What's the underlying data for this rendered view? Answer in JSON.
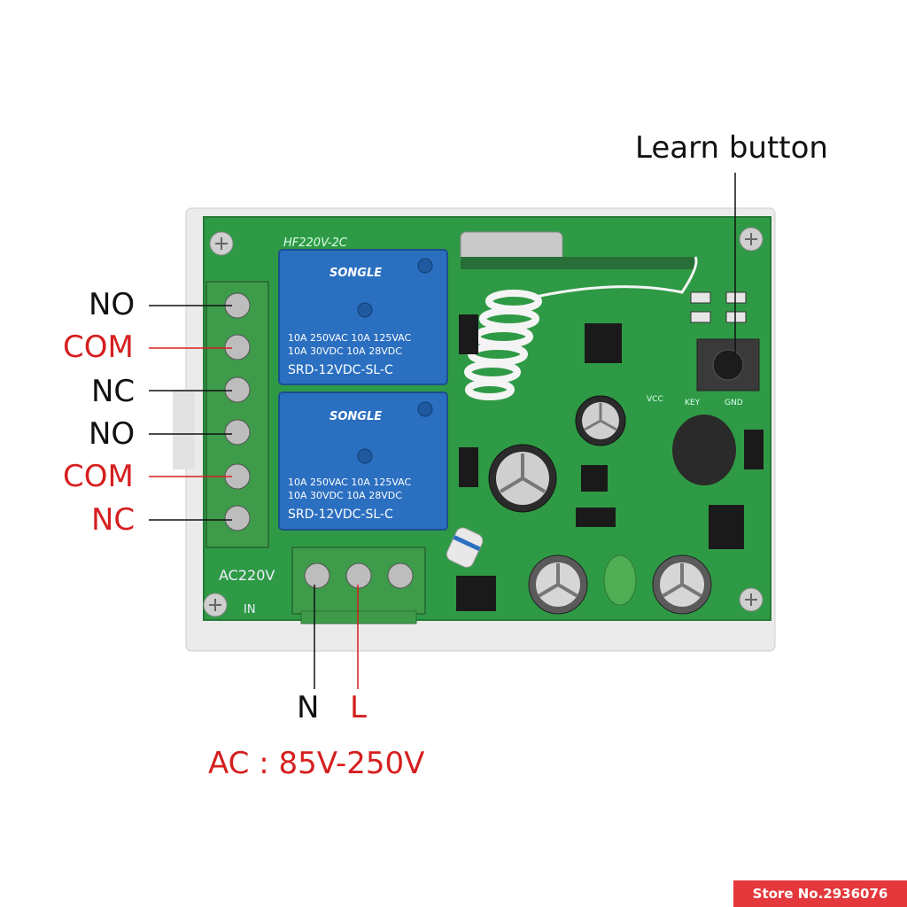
{
  "callouts": {
    "learn_button": "Learn button",
    "terminals": [
      "NO",
      "COM",
      "NC",
      "NO",
      "COM",
      "NC"
    ],
    "power_n": "N",
    "power_l": "L",
    "ac_range": "AC : 85V-250V"
  },
  "board": {
    "model": "HF220V-2C",
    "input_label": "AC220V",
    "in_label": "IN",
    "key_label": "KEY",
    "gnd_label": "GND",
    "vcc_label": "VCC",
    "relays": [
      {
        "brand": "SONGLE",
        "line1": "10A 250VAC  10A 125VAC",
        "line2": "10A  30VDC  10A  28VDC",
        "model": "SRD-12VDC-SL-C"
      },
      {
        "brand": "SONGLE",
        "line1": "10A 250VAC  10A 125VAC",
        "line2": "10A  30VDC  10A  28VDC",
        "model": "SRD-12VDC-SL-C"
      }
    ]
  },
  "watermark": "Store No.2936076",
  "colors": {
    "pcb_green": "#2f9a45",
    "relay_blue": "#2b6fc0",
    "terminal_green": "#3e9b4a",
    "callout_red": "#d61f1f"
  }
}
